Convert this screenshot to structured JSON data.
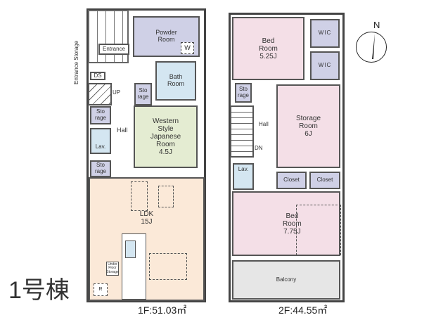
{
  "building": "1号棟",
  "compass": {
    "label": "N"
  },
  "floor1": {
    "area": "1F:51.03㎡",
    "rooms": {
      "entrance_storage": "Entrance Storage",
      "entrance": "Entrance",
      "powder_room": "Powder\nRoom",
      "washer": "W",
      "ds": "DS",
      "up": "UP",
      "bath_room": "Bath\nRoom",
      "storage_a": "Sto\nrage",
      "storage_b": "Sto\nrage",
      "storage_c": "Sto\nrage",
      "hall": "Hall",
      "lav": "Lav.",
      "japanese_room": "Western\nStyle\nJapanese\nRoom\n4.5J",
      "ldk": "LDK\n15J",
      "under_floor": "Under\nFloor\nStorage",
      "fridge": "R"
    },
    "colors": {
      "powder": "#cfd0e6",
      "bath": "#d4e6f1",
      "japanese": "#e4ecd2",
      "ldk": "#fbe9d8"
    }
  },
  "floor2": {
    "area": "2F:44.55㎡",
    "rooms": {
      "bed_room_1": "Bed\nRoom\n5.25J",
      "wic_1": "WIC",
      "wic_2": "WIC",
      "storage": "Sto\nrage",
      "hall": "Hall",
      "dn": "DN",
      "storage_room": "Storage\nRoom\n6J",
      "lav": "Lav.",
      "closet_1": "Closet",
      "closet_2": "Closet",
      "bed_room_2": "Bed\nRoom\n7.75J",
      "balcony": "Balcony"
    },
    "colors": {
      "bedroom": "#f4dfe7",
      "wic": "#cfd0e6",
      "balcony": "#e6e6e6"
    }
  }
}
